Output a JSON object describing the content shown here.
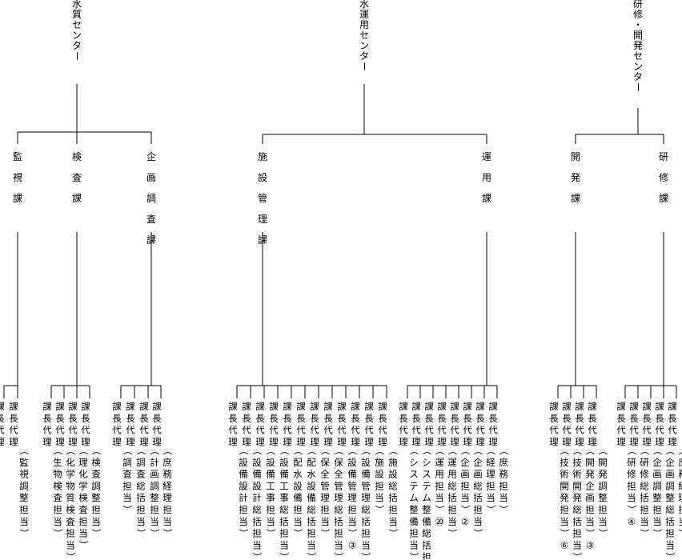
{
  "centers": [
    {
      "name": "水質センター",
      "sections": [
        {
          "name": "監視課",
          "staff": [
            {
              "role": "課長代理",
              "duty": ""
            },
            {
              "role": "課長代理",
              "duty": "（監視調整担当）"
            }
          ]
        },
        {
          "name": "検査課",
          "staff": [
            {
              "role": "課長代理",
              "duty": "（生物検査担当）"
            },
            {
              "role": "課長代理",
              "duty": "（化学物質検査担当）"
            },
            {
              "role": "課長代理",
              "duty": "（理化学検査担当）"
            },
            {
              "role": "課長代理",
              "duty": "（検査調整担当）"
            }
          ]
        },
        {
          "name": "企画調査課",
          "staff": [
            {
              "role": "課長代理",
              "duty": "（調査担当）"
            },
            {
              "role": "課長代理",
              "duty": "（調査総括担当）"
            },
            {
              "role": "課長代理",
              "duty": "（計画調整担当）"
            },
            {
              "role": "課長代理",
              "duty": "（庶務経理担当）"
            }
          ]
        }
      ]
    },
    {
      "name": "水運用センター",
      "sections": [
        {
          "name": "施設管理課",
          "staff": [
            {
              "role": "課長代理",
              "duty": "（設備設計担当）"
            },
            {
              "role": "課長代理",
              "duty": "（設備設計総括担当）"
            },
            {
              "role": "課長代理",
              "duty": "（設備工事担当）"
            },
            {
              "role": "課長代理",
              "duty": "（設備工事総括担当）"
            },
            {
              "role": "課長代理",
              "duty": "（配水設備担当）"
            },
            {
              "role": "課長代理",
              "duty": "（配水設備総括担当）"
            },
            {
              "role": "課長代理",
              "duty": "（保全管理担当）"
            },
            {
              "role": "課長代理",
              "duty": "（保全管理総括担当）"
            },
            {
              "role": "課長代理",
              "duty": "（設備管理担当）③"
            },
            {
              "role": "課長代理",
              "duty": "（設備管理総括担当）"
            },
            {
              "role": "課長代理",
              "duty": "（施設担当）"
            },
            {
              "role": "課長代理",
              "duty": "（施設総括担当）"
            }
          ]
        },
        {
          "name": "運用課",
          "staff": [
            {
              "role": "課長代理",
              "duty": "（システム整備担当）"
            },
            {
              "role": "課長代理",
              "duty": "（システム整備総括担当）"
            },
            {
              "role": "課長代理",
              "duty": "（運用担当）⑳"
            },
            {
              "role": "課長代理",
              "duty": "（運用総括担当）"
            },
            {
              "role": "課長代理",
              "duty": "（企画担当）②"
            },
            {
              "role": "課長代理",
              "duty": "（企画総括担当）"
            },
            {
              "role": "課長代理",
              "duty": "（経理担当）"
            },
            {
              "role": "課長代理",
              "duty": "（庶務担当）"
            }
          ]
        }
      ]
    },
    {
      "name": "研修・開発センター",
      "sections": [
        {
          "name": "開発課",
          "staff": [
            {
              "role": "課長代理",
              "duty": "（技術開発担当）⑥"
            },
            {
              "role": "課長代理",
              "duty": "（技術開発総括担当）"
            },
            {
              "role": "課長代理",
              "duty": "（開発企画担当）③"
            },
            {
              "role": "課長代理",
              "duty": "（開発調整担当）"
            }
          ]
        },
        {
          "name": "研修課",
          "staff": [
            {
              "role": "課長代理",
              "duty": "（研修担当）④"
            },
            {
              "role": "課長代理",
              "duty": "（研修総括担当）"
            },
            {
              "role": "課長代理",
              "duty": "（企画調整担当）"
            },
            {
              "role": "課長代理",
              "duty": "（企画調整総括担当）"
            },
            {
              "role": "課長代理",
              "duty": "（庶務経理担当）"
            }
          ]
        }
      ]
    }
  ]
}
